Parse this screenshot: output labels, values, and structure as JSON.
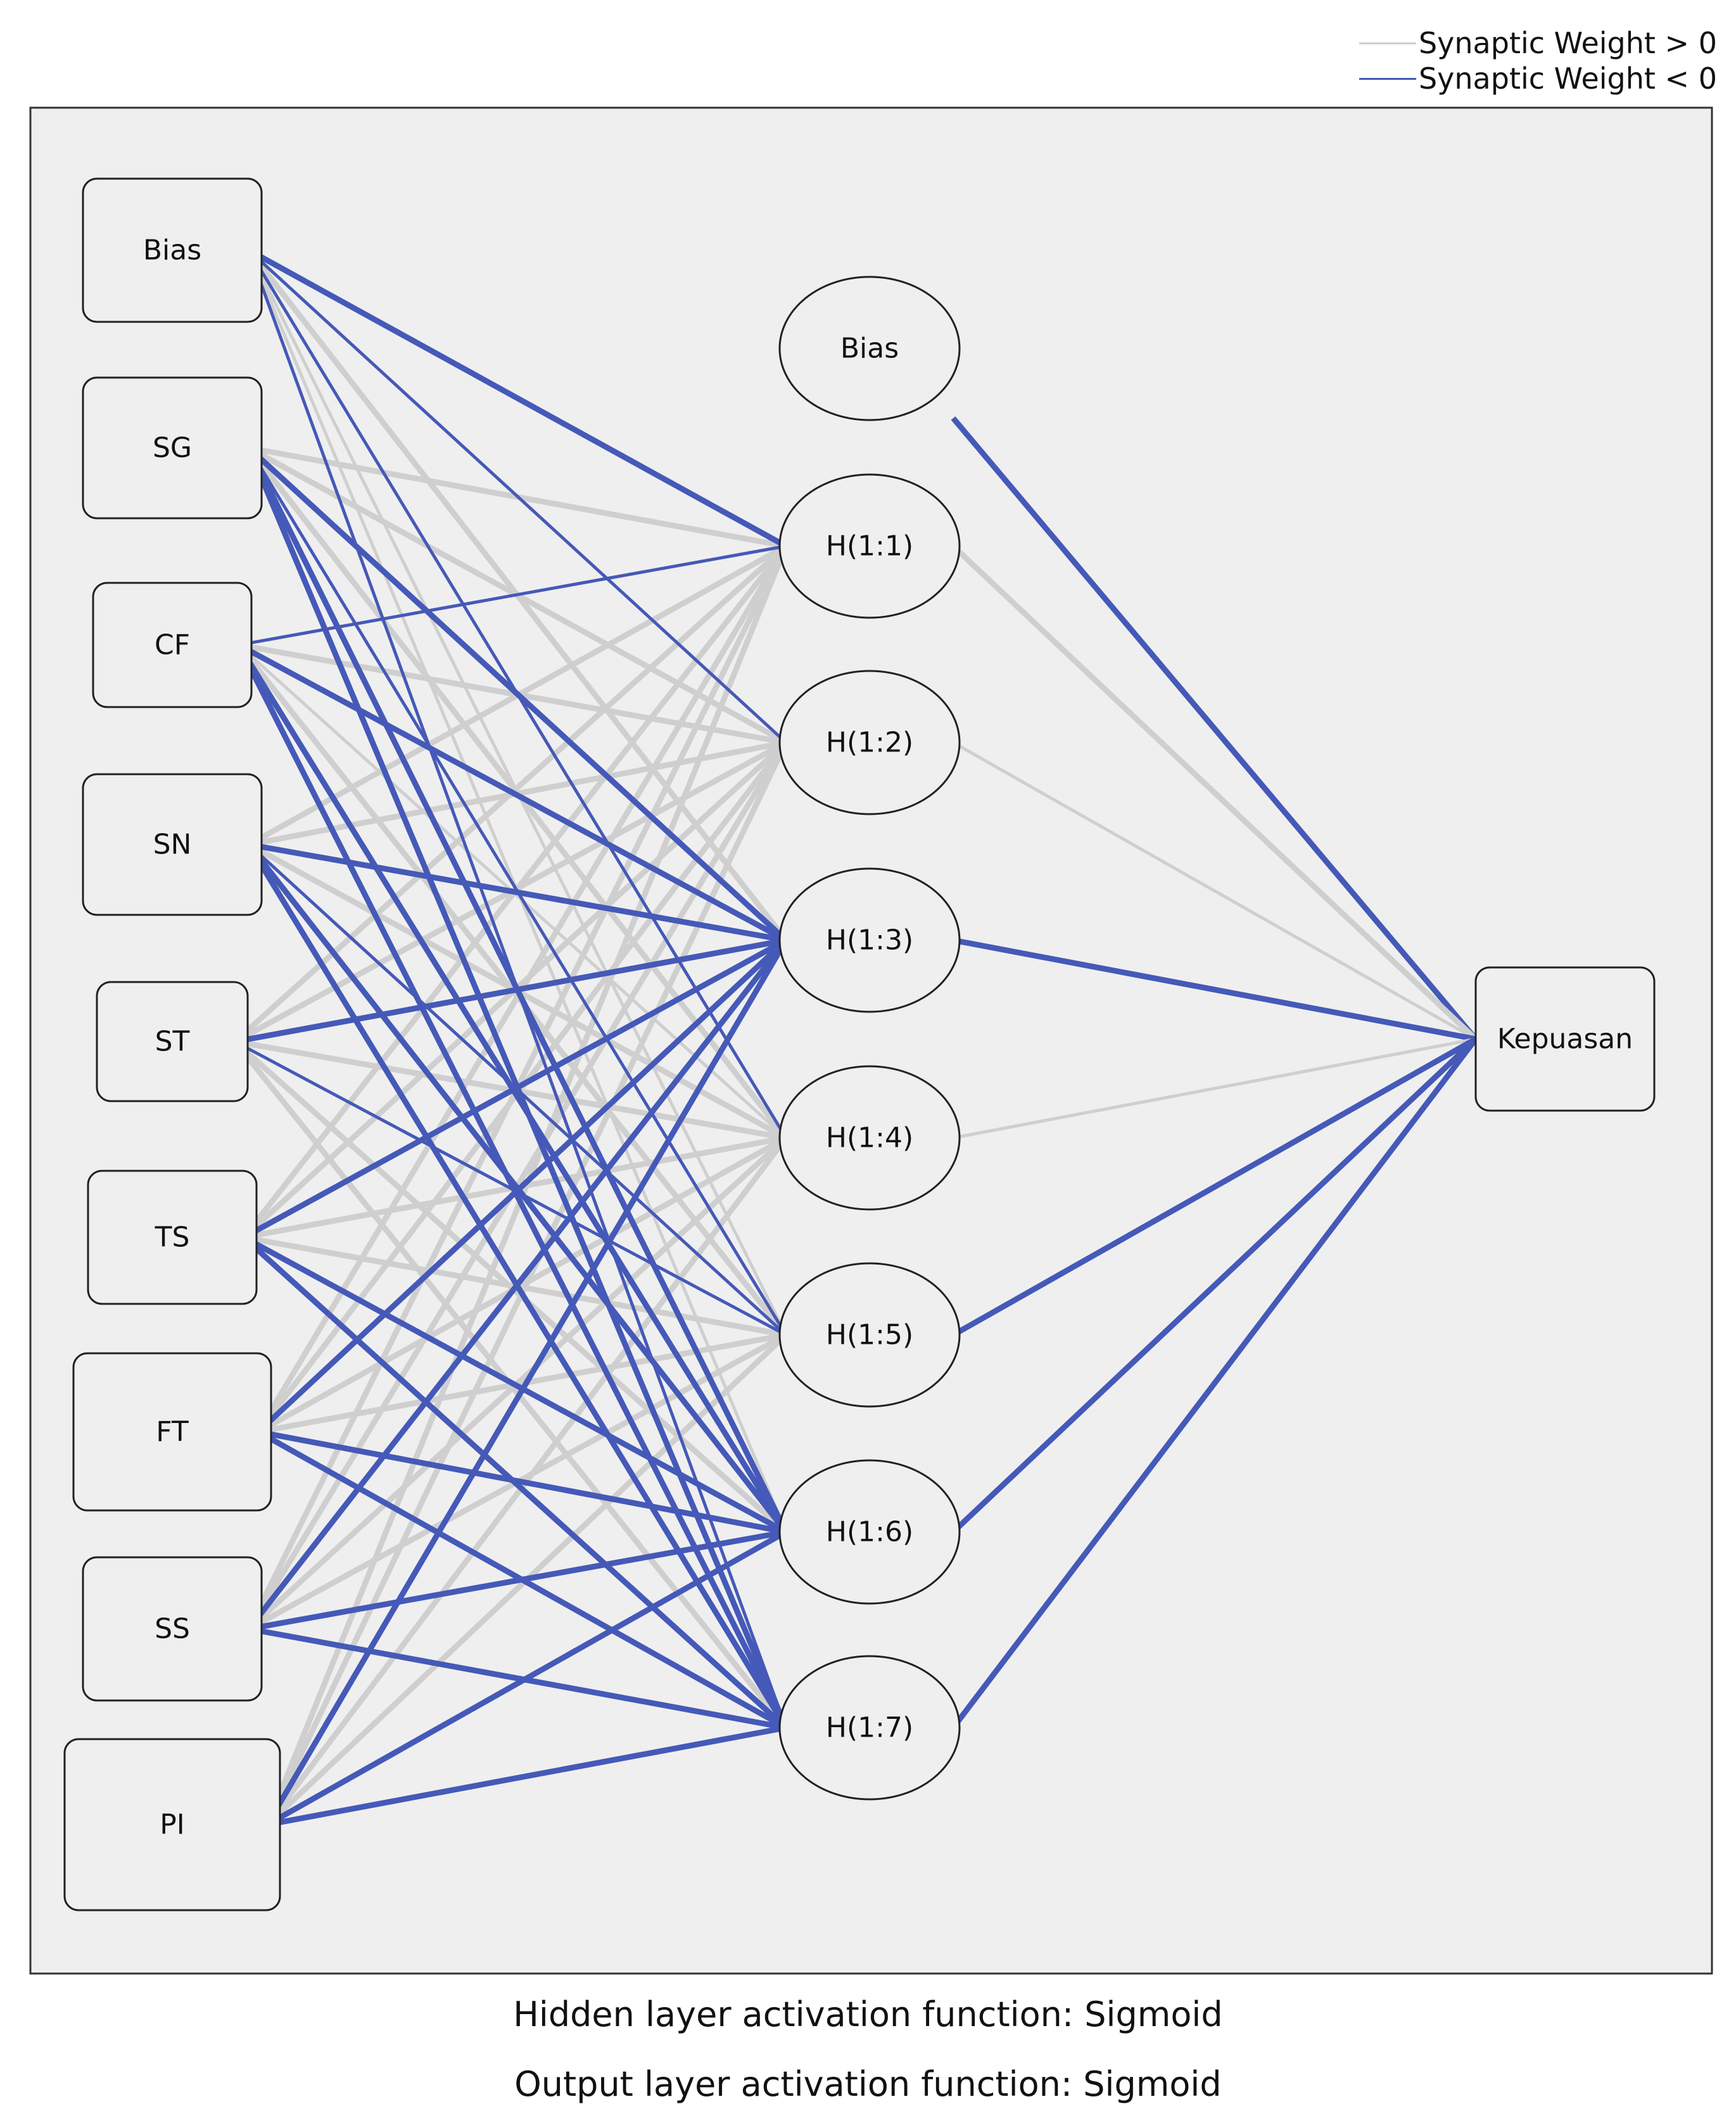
{
  "legend": {
    "positive_label": "Synaptic Weight > 0",
    "negative_label": "Synaptic Weight < 0",
    "positive_color": "#cfcfcf",
    "negative_color": "#4559b8"
  },
  "input_layer": [
    "Bias",
    "SG",
    "CF",
    "SN",
    "ST",
    "TS",
    "FT",
    "SS",
    "PI"
  ],
  "hidden_layer": {
    "bias": "Bias",
    "units": [
      "H(1:1)",
      "H(1:2)",
      "H(1:3)",
      "H(1:4)",
      "H(1:5)",
      "H(1:6)",
      "H(1:7)"
    ]
  },
  "output_layer": [
    "Kepuasan"
  ],
  "input_hidden_weights": [
    [
      -1,
      -0.5,
      1,
      -0.5,
      0.5,
      0.5,
      -0.5
    ],
    [
      1,
      1,
      -1,
      1,
      -0.5,
      -1,
      -1
    ],
    [
      -0.5,
      1,
      -1,
      0.5,
      1,
      -1,
      -1
    ],
    [
      1,
      1,
      -1,
      1,
      -0.5,
      -1,
      -1
    ],
    [
      1,
      1,
      -1,
      1,
      -0.5,
      1,
      1
    ],
    [
      1,
      1,
      -1,
      1,
      1,
      -1,
      -1
    ],
    [
      1,
      1,
      -1,
      1,
      1,
      -1,
      -1
    ],
    [
      1,
      1,
      -1,
      1,
      1,
      -1,
      -1
    ],
    [
      1,
      1,
      -1,
      1,
      1,
      -1,
      -1
    ]
  ],
  "hidden_output_weights": [
    {
      "from": "Bias",
      "sign": -1
    },
    {
      "from": "H(1:1)",
      "sign": 1
    },
    {
      "from": "H(1:2)",
      "sign": 0.5
    },
    {
      "from": "H(1:3)",
      "sign": -1
    },
    {
      "from": "H(1:4)",
      "sign": 0.5
    },
    {
      "from": "H(1:5)",
      "sign": -1
    },
    {
      "from": "H(1:6)",
      "sign": -1
    },
    {
      "from": "H(1:7)",
      "sign": -1
    }
  ],
  "footer": {
    "hidden_activation": "Hidden layer activation function: Sigmoid",
    "output_activation": "Output layer activation function: Sigmoid"
  }
}
